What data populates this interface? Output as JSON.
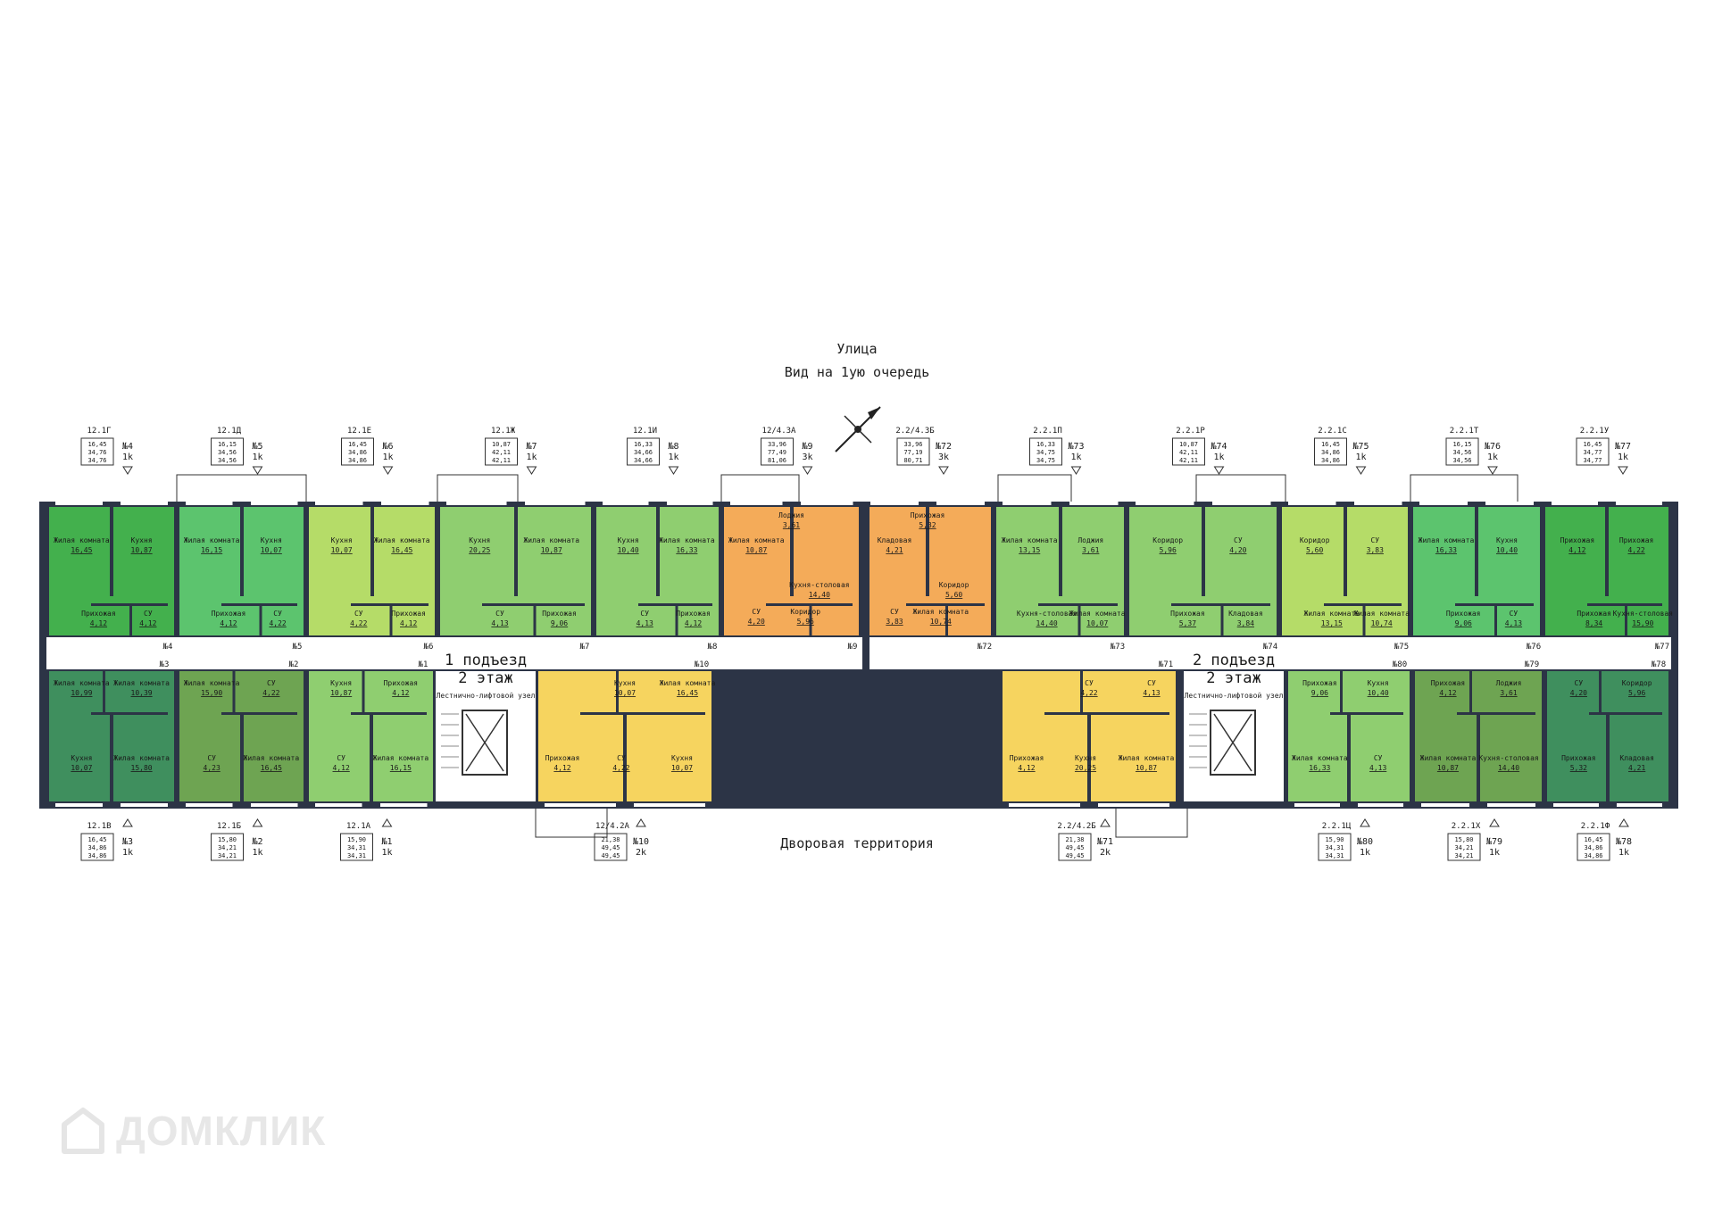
{
  "header": {
    "street": "Улица",
    "view": "Вид на 1ую очередь",
    "yard": "Дворовая территория"
  },
  "watermark": "ДОМКЛИК",
  "colors": {
    "green_dark": "#3f8f5e",
    "green": "#43b04d",
    "green_mid": "#5cc46e",
    "green_light": "#8fce70",
    "lime": "#b5dc68",
    "olive": "#6ea452",
    "orange": "#f4ab59",
    "yellow": "#f6d45f",
    "wall": "#2c3446",
    "corridor": "#ffffff"
  },
  "entrances": [
    {
      "title": "1 подъезд",
      "floor": "2 этаж",
      "node": "Лестнично-лифтовой узел"
    },
    {
      "title": "2 подъезд",
      "floor": "2 этаж",
      "node": "Лестнично-лифтовой узел"
    }
  ],
  "apartments_top": [
    {
      "code": "12.1Г",
      "num": "№4",
      "rooms": "1k",
      "areas": [
        "16,45",
        "34,76",
        "34,76"
      ],
      "color": "green",
      "corr": "№4"
    },
    {
      "code": "12.1Д",
      "num": "№5",
      "rooms": "1k",
      "areas": [
        "16,15",
        "34,56",
        "34,56"
      ],
      "color": "green_mid",
      "corr": "№5"
    },
    {
      "code": "12.1Е",
      "num": "№6",
      "rooms": "1k",
      "areas": [
        "16,45",
        "34,86",
        "34,86"
      ],
      "color": "lime",
      "corr": "№6"
    },
    {
      "code": "12.1Ж",
      "num": "№7",
      "rooms": "1k",
      "areas": [
        "10,87",
        "42,11",
        "42,11"
      ],
      "color": "green_light",
      "corr": "№7"
    },
    {
      "code": "12.1И",
      "num": "№8",
      "rooms": "1k",
      "areas": [
        "16,33",
        "34,66",
        "34,66"
      ],
      "color": "green_light",
      "corr": "№8"
    },
    {
      "code": "12/4.3А",
      "num": "№9",
      "rooms": "3k",
      "areas": [
        "33,96",
        "77,49",
        "81,06"
      ],
      "color": "orange",
      "corr": "№9"
    },
    {
      "code": "2.2/4.3Б",
      "num": "№72",
      "rooms": "3k",
      "areas": [
        "33,96",
        "77,19",
        "80,71"
      ],
      "color": "orange",
      "corr": "№72"
    },
    {
      "code": "2.2.1П",
      "num": "№73",
      "rooms": "1k",
      "areas": [
        "16,33",
        "34,75",
        "34,75"
      ],
      "color": "green_light",
      "corr": "№73"
    },
    {
      "code": "2.2.1Р",
      "num": "№74",
      "rooms": "1k",
      "areas": [
        "10,87",
        "42,11",
        "42,11"
      ],
      "color": "green_light",
      "corr": "№74"
    },
    {
      "code": "2.2.1С",
      "num": "№75",
      "rooms": "1k",
      "areas": [
        "16,45",
        "34,86",
        "34,86"
      ],
      "color": "lime",
      "corr": "№75"
    },
    {
      "code": "2.2.1Т",
      "num": "№76",
      "rooms": "1k",
      "areas": [
        "16,15",
        "34,56",
        "34,56"
      ],
      "color": "green_mid",
      "corr": "№76"
    },
    {
      "code": "2.2.1У",
      "num": "№77",
      "rooms": "1k",
      "areas": [
        "16,45",
        "34,77",
        "34,77"
      ],
      "color": "green",
      "corr": "№77"
    }
  ],
  "apartments_bottom": [
    {
      "code": "12.1В",
      "num": "№3",
      "rooms": "1k",
      "areas": [
        "16,45",
        "34,86",
        "34,86"
      ],
      "color": "green_dark",
      "corr": "№3"
    },
    {
      "code": "12.1Б",
      "num": "№2",
      "rooms": "1k",
      "areas": [
        "15,80",
        "34,21",
        "34,21"
      ],
      "color": "olive",
      "corr": "№2"
    },
    {
      "code": "12.1А",
      "num": "№1",
      "rooms": "1k",
      "areas": [
        "15,90",
        "34,31",
        "34,31"
      ],
      "color": "green_light",
      "corr": "№1"
    },
    {
      "code": "12/4.2А",
      "num": "№10",
      "rooms": "2k",
      "areas": [
        "21,38",
        "49,45",
        "49,45"
      ],
      "color": "yellow",
      "corr": "№10"
    },
    {
      "code": "2.2/4.2Б",
      "num": "№71",
      "rooms": "2k",
      "areas": [
        "21,38",
        "49,45",
        "49,45"
      ],
      "color": "yellow",
      "corr": "№71"
    },
    {
      "code": "2.2.1Ц",
      "num": "№80",
      "rooms": "1k",
      "areas": [
        "15,90",
        "34,31",
        "34,31"
      ],
      "color": "green_light",
      "corr": "№80"
    },
    {
      "code": "2.2.1Х",
      "num": "№79",
      "rooms": "1k",
      "areas": [
        "15,80",
        "34,21",
        "34,21"
      ],
      "color": "olive",
      "corr": "№79"
    },
    {
      "code": "2.2.1Ф",
      "num": "№78",
      "rooms": "1k",
      "areas": [
        "16,45",
        "34,86",
        "34,86"
      ],
      "color": "green_dark",
      "corr": "№78"
    }
  ],
  "rooms": [
    {
      "name": "Жилая комната",
      "area": "16,45"
    },
    {
      "name": "Кухня",
      "area": "10,87"
    },
    {
      "name": "Прихожая",
      "area": "4,12"
    },
    {
      "name": "СУ",
      "area": "4,12"
    },
    {
      "name": "Жилая комната",
      "area": "16,15"
    },
    {
      "name": "Кухня",
      "area": "10,07"
    },
    {
      "name": "Прихожая",
      "area": "4,12"
    },
    {
      "name": "СУ",
      "area": "4,22"
    },
    {
      "name": "Кухня",
      "area": "10,07"
    },
    {
      "name": "Жилая комната",
      "area": "16,45"
    },
    {
      "name": "СУ",
      "area": "4,22"
    },
    {
      "name": "Прихожая",
      "area": "4,12"
    },
    {
      "name": "Кухня",
      "area": "20,25"
    },
    {
      "name": "Жилая комната",
      "area": "10,87"
    },
    {
      "name": "СУ",
      "area": "4,13"
    },
    {
      "name": "Прихожая",
      "area": "9,06"
    },
    {
      "name": "Кухня",
      "area": "10,40"
    },
    {
      "name": "Жилая комната",
      "area": "16,33"
    },
    {
      "name": "СУ",
      "area": "4,13"
    },
    {
      "name": "Прихожая",
      "area": "4,12"
    },
    {
      "name": "Лоджия",
      "area": "3,61"
    },
    {
      "name": "Жилая комната",
      "area": "10,87"
    },
    {
      "name": "Кухня-столовая",
      "area": "14,40"
    },
    {
      "name": "СУ",
      "area": "4,20"
    },
    {
      "name": "Коридор",
      "area": "5,96"
    },
    {
      "name": "Прихожая",
      "area": "5,32"
    },
    {
      "name": "Кладовая",
      "area": "4,21"
    },
    {
      "name": "Коридор",
      "area": "5,60"
    },
    {
      "name": "СУ",
      "area": "3,83"
    },
    {
      "name": "Жилая комната",
      "area": "10,74"
    },
    {
      "name": "Жилая комната",
      "area": "13,15"
    },
    {
      "name": "Лоджия",
      "area": "3,61"
    },
    {
      "name": "Кухня-столовая",
      "area": "14,40"
    },
    {
      "name": "Жилая комната",
      "area": "10,07"
    },
    {
      "name": "Коридор",
      "area": "5,96"
    },
    {
      "name": "СУ",
      "area": "4,20"
    },
    {
      "name": "Прихожая",
      "area": "5,37"
    },
    {
      "name": "Кладовая",
      "area": "3,84"
    },
    {
      "name": "Коридор",
      "area": "5,60"
    },
    {
      "name": "СУ",
      "area": "3,83"
    },
    {
      "name": "Жилая комната",
      "area": "13,15"
    },
    {
      "name": "Жилая комната",
      "area": "10,74"
    },
    {
      "name": "Жилая комната",
      "area": "16,33"
    },
    {
      "name": "Кухня",
      "area": "10,40"
    },
    {
      "name": "Прихожая",
      "area": "9,06"
    },
    {
      "name": "СУ",
      "area": "4,13"
    },
    {
      "name": "Прихожая",
      "area": "4,12"
    },
    {
      "name": "Прихожая",
      "area": "4,22"
    },
    {
      "name": "Прихожая",
      "area": "8,34"
    },
    {
      "name": "Кухня-столовая",
      "area": "15,90"
    },
    {
      "name": "Жилая комната",
      "area": "10,99"
    },
    {
      "name": "Жилая комната",
      "area": "10,39"
    },
    {
      "name": "Кухня",
      "area": "10,07"
    },
    {
      "name": "Жилая комната",
      "area": "15,80"
    },
    {
      "name": "Жилая комната",
      "area": "15,90"
    },
    {
      "name": "СУ",
      "area": "4,22"
    },
    {
      "name": "СУ",
      "area": "4,23"
    }
  ]
}
